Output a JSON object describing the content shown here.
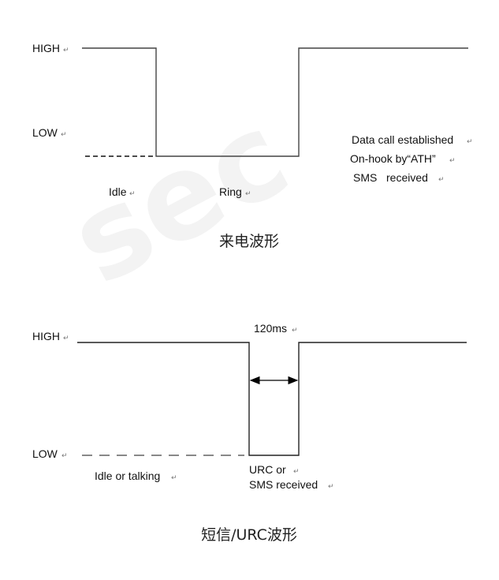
{
  "figures": [
    {
      "id": "incoming-call",
      "high_label": "HIGH",
      "low_label": "LOW",
      "phase_labels": [
        "Idle",
        "Ring"
      ],
      "event_labels": [
        "Data call established",
        "On-hook by“ATH”",
        "SMS   received"
      ],
      "caption": "来电波形"
    },
    {
      "id": "sms-urc",
      "high_label": "HIGH",
      "low_label": "LOW",
      "pulse_width_label": "120ms",
      "phase_labels": [
        "Idle or talking"
      ],
      "event_labels": [
        "URC or",
        "SMS received"
      ],
      "caption": "短信/URC波形"
    }
  ],
  "watermark": "sec",
  "return_mark": "↵"
}
